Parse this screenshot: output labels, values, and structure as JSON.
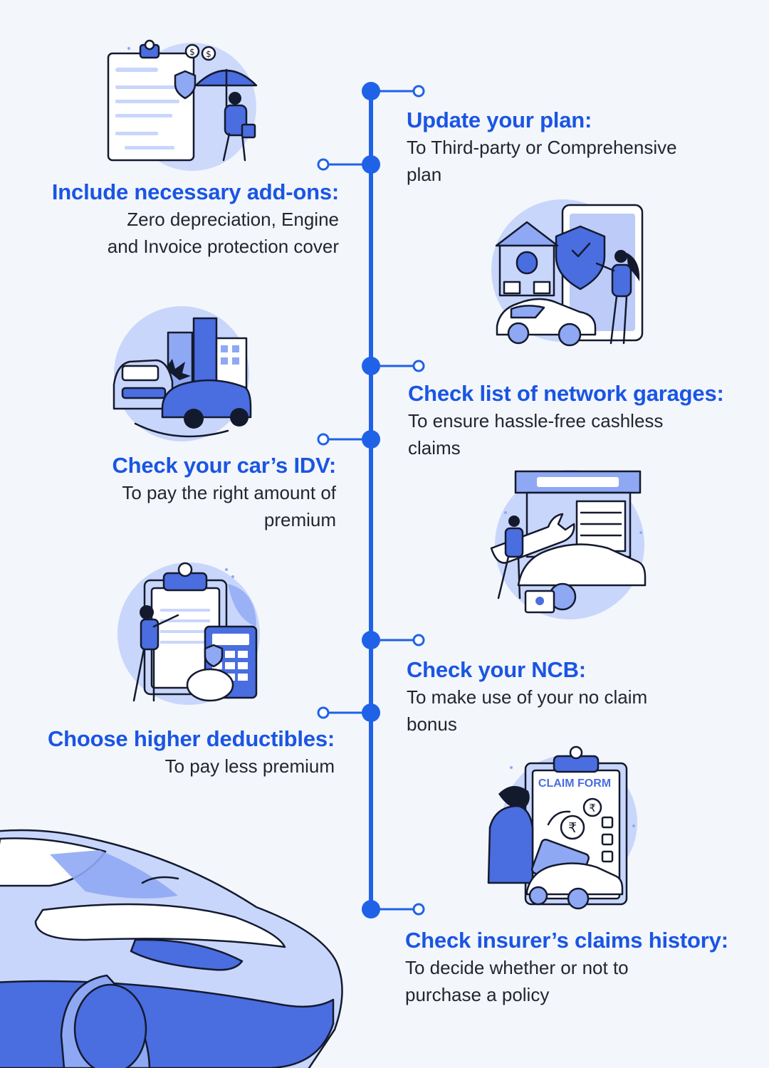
{
  "colors": {
    "background": "#f3f6fb",
    "accent": "#1a55e3",
    "timeline": "#1f62e8",
    "illustration_light": "#c9d6fb",
    "illustration_mid": "#8fa8f4",
    "illustration_dark": "#4a6de0",
    "text": "#23262d"
  },
  "steps": [
    {
      "side": "right",
      "title": "Update your plan:",
      "desc_lines": [
        "To Third-party or Comprehensive",
        "plan"
      ],
      "illustration": "home-car-shield-illustration"
    },
    {
      "side": "left",
      "title": "Include necessary add-ons:",
      "desc_lines": [
        "Zero depreciation, Engine",
        "and Invoice protection cover"
      ],
      "illustration": "policy-umbrella-illustration"
    },
    {
      "side": "right",
      "title": "Check list of network garages:",
      "desc_lines": [
        "To ensure hassle-free cashless",
        "claims"
      ],
      "illustration": "garage-mechanic-illustration"
    },
    {
      "side": "left",
      "title": "Check your car’s IDV:",
      "desc_lines": [
        "To pay the right amount of",
        "premium"
      ],
      "illustration": "car-crash-illustration"
    },
    {
      "side": "right",
      "title": "Check your NCB:",
      "desc_lines": [
        "To make use of your no claim",
        "bonus"
      ],
      "illustration": "claim-form-illustration"
    },
    {
      "side": "left",
      "title": "Choose higher deductibles:",
      "desc_lines": [
        "To pay less premium"
      ],
      "illustration": "calculator-piggybank-illustration"
    },
    {
      "side": "right",
      "title": "Check insurer’s claims history:",
      "desc_lines": [
        "To decide whether or not to",
        "purchase a policy"
      ],
      "illustration": "car-front-illustration"
    }
  ],
  "claim_form_label": "CLAIM FORM",
  "rupee_symbol": "₹",
  "dollar_symbol": "$"
}
